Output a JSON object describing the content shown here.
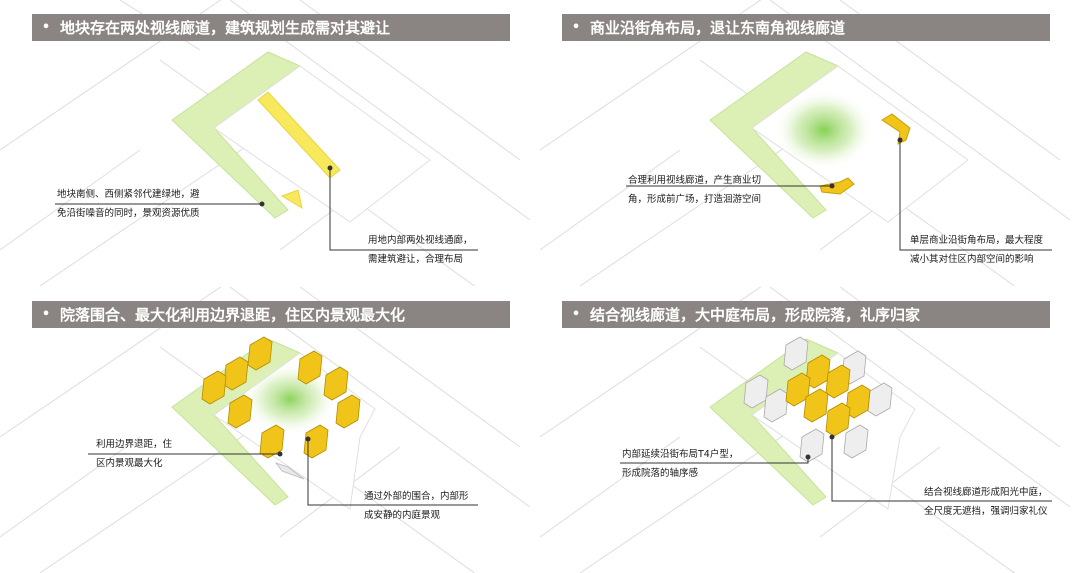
{
  "panels": [
    {
      "title": "地块存在两处视线廊道，建筑规划生成需对其避让",
      "notes": [
        {
          "line1": "地块南侧、西侧紧邻代建绿地，避",
          "line2": "免沿街噪音的同时，景观资源优质"
        },
        {
          "line1": "用地内部两处视线通廊，",
          "line2": "需建筑避让，合理布局"
        }
      ]
    },
    {
      "title": "商业沿街角布局，退让东南角视线廊道",
      "notes": [
        {
          "line1": "合理利用视线廊道，产生商业切",
          "line2": "角，形成前广场，打造洄游空间"
        },
        {
          "line1": "单层商业沿街角布局，最大程度",
          "line2": "减小其对住区内部空间的影响"
        }
      ]
    },
    {
      "title": "院落围合、最大化利用边界退距，住区内景观最大化",
      "notes": [
        {
          "line1": "利用边界退距，住",
          "line2": "区内景观最大化"
        },
        {
          "line1": "通过外部的围合，内部形",
          "line2": "成安静的内庭景观"
        }
      ]
    },
    {
      "title": "结合视线廊道，大中庭布局，形成院落，礼序归家",
      "notes": [
        {
          "line1": "内部延续沿街布局T4户型，",
          "line2": "形成院落的轴序感"
        },
        {
          "line1": "结合视线廊道形成阳光中庭，",
          "line2": "全尺度无遮挡，强调归家礼仪"
        }
      ]
    }
  ],
  "colors": {
    "header_bg": "#8a8582",
    "green": "#dcefb4",
    "yellow": "#f7e85c",
    "building_yellow": "#f0c419",
    "building_white": "#e8e8e8"
  }
}
